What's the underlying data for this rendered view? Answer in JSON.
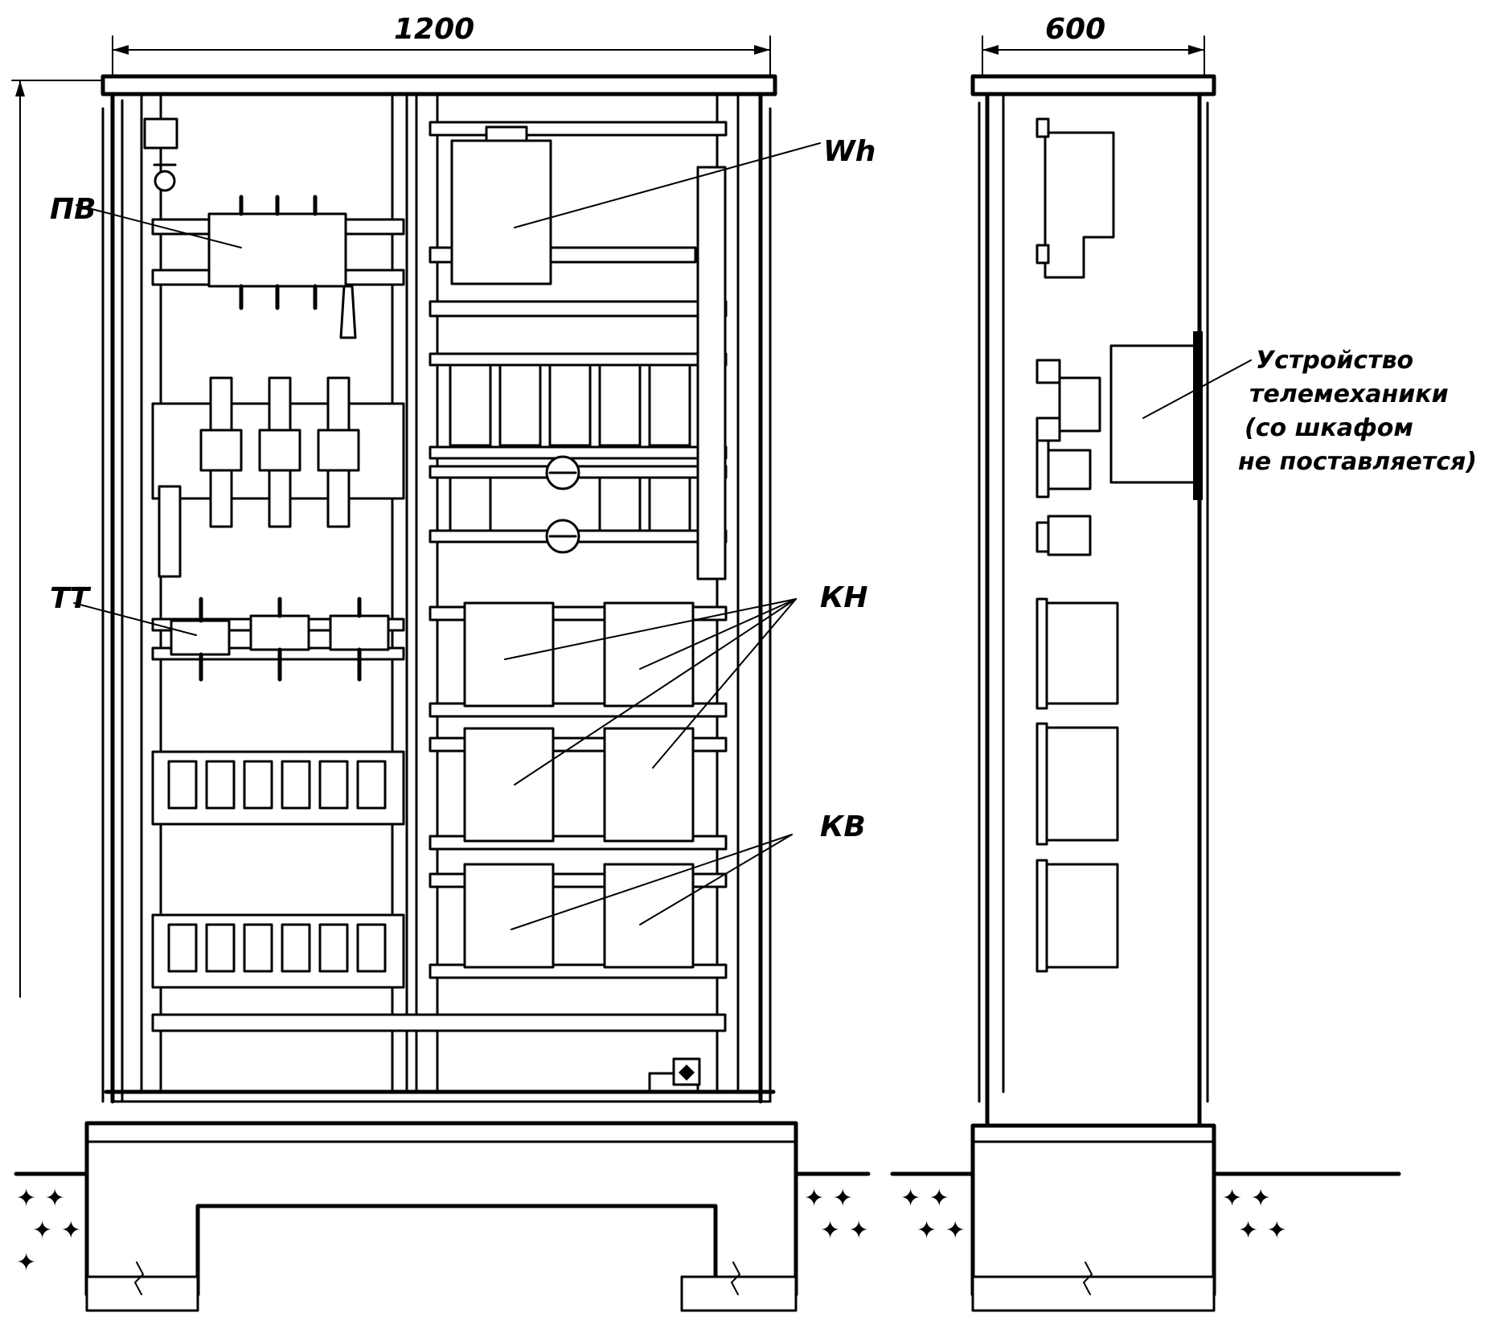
{
  "dimensions": {
    "front_width": "1200",
    "side_width": "600"
  },
  "labels": {
    "pv": "ПВ",
    "tt": "ТТ",
    "wh": "Wh",
    "kn": "КН",
    "kv": "КВ",
    "telemechanics_line1": "Устройство",
    "telemechanics_line2": "телемеханики",
    "telemechanics_line3": "(со шкафом",
    "telemechanics_line4": "не поставляется)"
  }
}
